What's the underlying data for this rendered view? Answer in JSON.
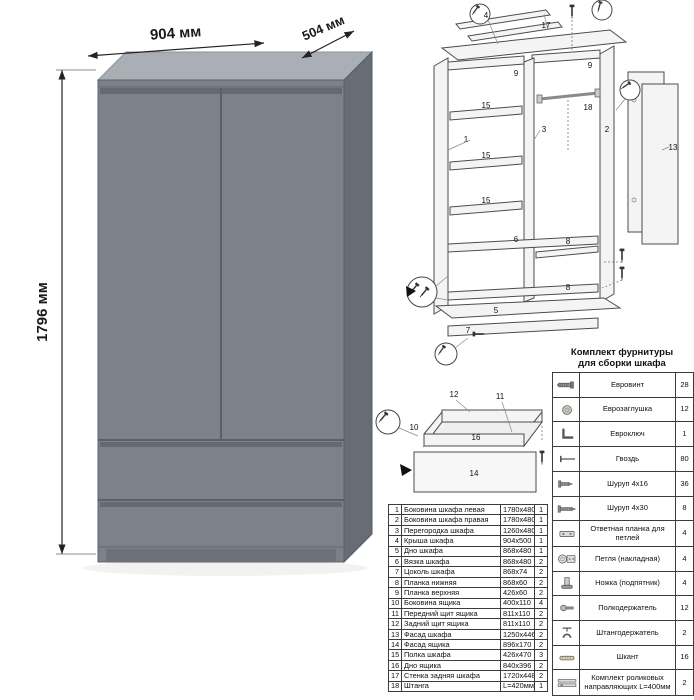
{
  "dimensions": {
    "width": "904 мм",
    "depth": "504 мм",
    "height": "1796 мм"
  },
  "colors": {
    "wardrobe_front": "#7b828a",
    "wardrobe_top": "#a9afb5",
    "wardrobe_side": "#676d75",
    "wardrobe_groove": "#5a6168"
  },
  "exploded": {
    "labels": [
      "4",
      "17",
      "9",
      "9",
      "18",
      "1",
      "3",
      "15",
      "15",
      "15",
      "2",
      "13",
      "6",
      "8",
      "5",
      "8",
      "7"
    ]
  },
  "drawer": {
    "labels": [
      "12",
      "11",
      "10",
      "16",
      "14"
    ]
  },
  "parts_table": {
    "rows": [
      {
        "num": "1",
        "name": "Боковина шкафа левая",
        "size": "1780x480",
        "qty": "1"
      },
      {
        "num": "2",
        "name": "Боковина шкафа правая",
        "size": "1780x480",
        "qty": "1"
      },
      {
        "num": "3",
        "name": "Перегородка шкафа",
        "size": "1260x480",
        "qty": "1"
      },
      {
        "num": "4",
        "name": "Крыша шкафа",
        "size": "904x500",
        "qty": "1"
      },
      {
        "num": "5",
        "name": "Дно шкафа",
        "size": "868x480",
        "qty": "1"
      },
      {
        "num": "6",
        "name": "Вязка шкафа",
        "size": "868x480",
        "qty": "2"
      },
      {
        "num": "7",
        "name": "Цоколь шкафа",
        "size": "868x74",
        "qty": "2"
      },
      {
        "num": "8",
        "name": "Планка нижняя",
        "size": "868x60",
        "qty": "2"
      },
      {
        "num": "9",
        "name": "Планка верхняя",
        "size": "426x60",
        "qty": "2"
      },
      {
        "num": "10",
        "name": "Боковина ящика",
        "size": "400x110",
        "qty": "4"
      },
      {
        "num": "11",
        "name": "Передний щит ящика",
        "size": "811x110",
        "qty": "2"
      },
      {
        "num": "12",
        "name": "Задний щит ящика",
        "size": "811x110",
        "qty": "2"
      },
      {
        "num": "13",
        "name": "Фасад шкафа",
        "size": "1250x446",
        "qty": "2"
      },
      {
        "num": "14",
        "name": "Фасад ящика",
        "size": "896x170",
        "qty": "2"
      },
      {
        "num": "15",
        "name": "Полка шкафа",
        "size": "426x470",
        "qty": "3"
      },
      {
        "num": "16",
        "name": "Дно ящика",
        "size": "840x396",
        "qty": "2"
      },
      {
        "num": "17",
        "name": "Стенка задняя шкафа",
        "size": "1720x448",
        "qty": "2"
      },
      {
        "num": "18",
        "name": "Штанга",
        "size": "L=420мм",
        "qty": "1"
      }
    ]
  },
  "hardware": {
    "title": "Комплект фурнитуры для сборки шкафа",
    "rows": [
      {
        "icon": "#icon-euroscrew",
        "icon_name": "euroscrew-icon",
        "name": "Евровинт",
        "qty": "28"
      },
      {
        "icon": "#icon-europlug",
        "icon_name": "europlug-icon",
        "name": "Еврозаглушка",
        "qty": "12"
      },
      {
        "icon": "#icon-eurokey",
        "icon_name": "hexkey-icon",
        "name": "Евроключ",
        "qty": "1"
      },
      {
        "icon": "#icon-nail",
        "icon_name": "nail-icon",
        "name": "Гвоздь",
        "qty": "80"
      },
      {
        "icon": "#icon-screw-short",
        "icon_name": "screw-4x16-icon",
        "name": "Шуруп 4x16",
        "qty": "36"
      },
      {
        "icon": "#icon-screw-long",
        "icon_name": "screw-4x30-icon",
        "name": "Шуруп 4x30",
        "qty": "8"
      },
      {
        "icon": "#icon-plate",
        "icon_name": "hinge-plate-icon",
        "name": "Ответная планка для петлей",
        "qty": "4"
      },
      {
        "icon": "#icon-hinge",
        "icon_name": "hinge-icon",
        "name": "Петля (накладная)",
        "qty": "4"
      },
      {
        "icon": "#icon-foot",
        "icon_name": "foot-icon",
        "name": "Ножка (подпятник)",
        "qty": "4"
      },
      {
        "icon": "#icon-shelfpin",
        "icon_name": "shelf-pin-icon",
        "name": "Полкодержатель",
        "qty": "12"
      },
      {
        "icon": "#icon-rodholder",
        "icon_name": "rod-holder-icon",
        "name": "Штангодержатель",
        "qty": "2"
      },
      {
        "icon": "#icon-dowel",
        "icon_name": "dowel-icon",
        "name": "Шкант",
        "qty": "16"
      },
      {
        "icon": "#icon-slides",
        "icon_name": "drawer-slides-icon",
        "name": "Комплект роликовых направляющих L=400мм",
        "qty": "2"
      }
    ]
  }
}
